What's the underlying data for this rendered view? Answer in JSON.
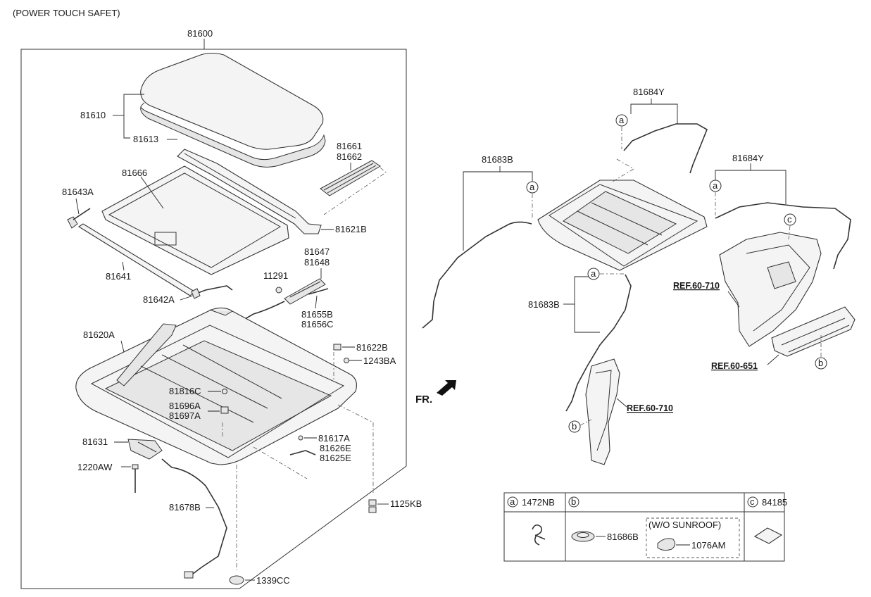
{
  "header": {
    "title": "(POWER TOUCH SAFET)"
  },
  "parts": {
    "p81600": "81600",
    "p81610": "81610",
    "p81613": "81613",
    "p81661": "81661",
    "p81662": "81662",
    "p81666": "81666",
    "p81643A": "81643A",
    "p81621B": "81621B",
    "p81641": "81641",
    "p81647": "81647",
    "p81648": "81648",
    "p11291": "11291",
    "p81642A": "81642A",
    "p81655B": "81655B",
    "p81656C": "81656C",
    "p81620A": "81620A",
    "p81622B": "81622B",
    "p1243BA": "1243BA",
    "p81816C": "81816C",
    "p81696A": "81696A",
    "p81697A": "81697A",
    "p81631": "81631",
    "p81617A": "81617A",
    "p81626E": "81626E",
    "p81625E": "81625E",
    "p1220AW": "1220AW",
    "p1125KB": "1125KB",
    "p81678B": "81678B",
    "p1339CC": "1339CC",
    "p81684Y_top": "81684Y",
    "p81683B_left": "81683B",
    "p81684Y_right": "81684Y",
    "p81683B_lower": "81683B"
  },
  "refs": {
    "ref_710_right": "REF.60-710",
    "ref_651": "REF.60-651",
    "ref_710_bottom": "REF.60-710"
  },
  "direction": {
    "fr": "FR."
  },
  "callouts": {
    "a": "a",
    "b": "b",
    "c": "c"
  },
  "table": {
    "col_a_letter": "a",
    "col_a_part": "1472NB",
    "col_b_letter": "b",
    "col_c_letter": "c",
    "col_c_part": "84185",
    "b_part": "81686B",
    "b_note": "(W/O SUNROOF)",
    "b_alt_part": "1076AM"
  }
}
